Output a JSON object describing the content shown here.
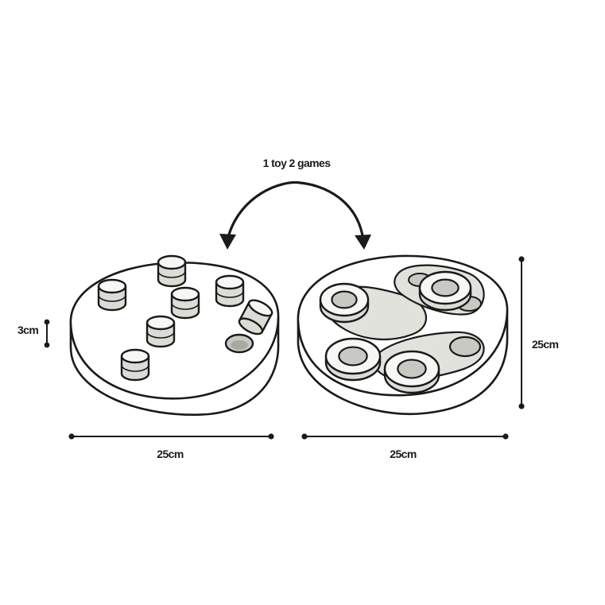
{
  "labels": {
    "title": "1 toy 2 games",
    "height_left": "3cm",
    "width_left": "25cm",
    "width_right": "25cm",
    "depth_right": "25cm"
  },
  "colors": {
    "ink": "#1a1a1a",
    "top_face": "#f7f7f5",
    "side_face": "#dcdcd6",
    "hole": "#c9c9c3",
    "track": "#e2e2dc"
  },
  "icons": {
    "swap": "curved-double-arrow-icon"
  }
}
